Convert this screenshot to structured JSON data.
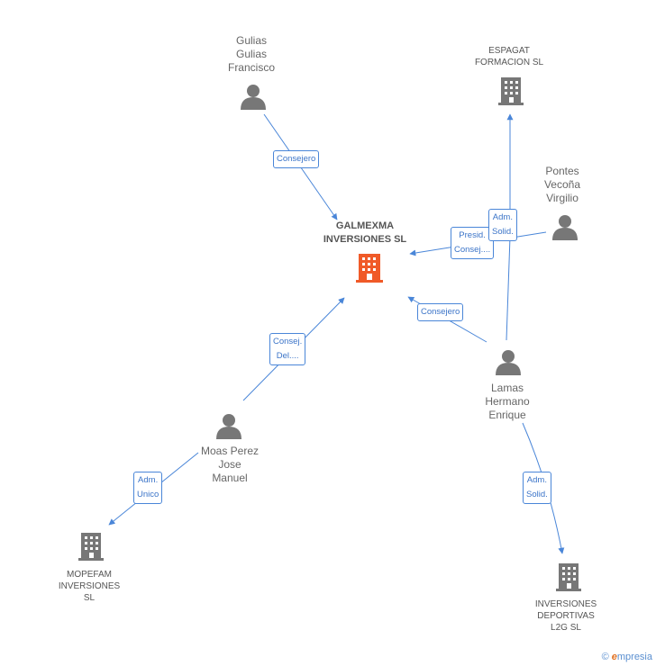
{
  "colors": {
    "edge": "#4a86d8",
    "node_icon": "#777777",
    "main_icon": "#f05a28",
    "label_text": "#666666"
  },
  "nodes": {
    "main": {
      "label": "GALMEXMA\nINVERSIONES SL",
      "icon": "building-icon"
    },
    "gulias": {
      "label": "Gulias\nGulias\nFrancisco",
      "icon": "person-icon"
    },
    "espagat": {
      "label": "ESPAGAT\nFORMACION SL",
      "icon": "building-icon"
    },
    "pontes": {
      "label": "Pontes\nVecoña\nVirgilio",
      "icon": "person-icon"
    },
    "lamas": {
      "label": "Lamas\nHermano\nEnrique",
      "icon": "person-icon"
    },
    "moas": {
      "label": "Moas Perez\nJose\nManuel",
      "icon": "person-icon"
    },
    "mopefam": {
      "label": "MOPEFAM\nINVERSIONES\nSL",
      "icon": "building-icon"
    },
    "inversiones": {
      "label": "INVERSIONES\nDEPORTIVAS\nL2G SL",
      "icon": "building-icon"
    }
  },
  "edges": {
    "gulias_main": "Consejero",
    "pontes_main": "Presid.\nConsej....",
    "pontes_espagat": "Adm.\nSolid.",
    "lamas_main": "Consejero",
    "moas_main": "Consej.\nDel....",
    "moas_mopefam": "Adm.\nUnico",
    "lamas_inversiones": "Adm.\nSolid."
  },
  "footer": {
    "copyright": "©",
    "brand_initial": "e",
    "brand_rest": "mpresia"
  }
}
